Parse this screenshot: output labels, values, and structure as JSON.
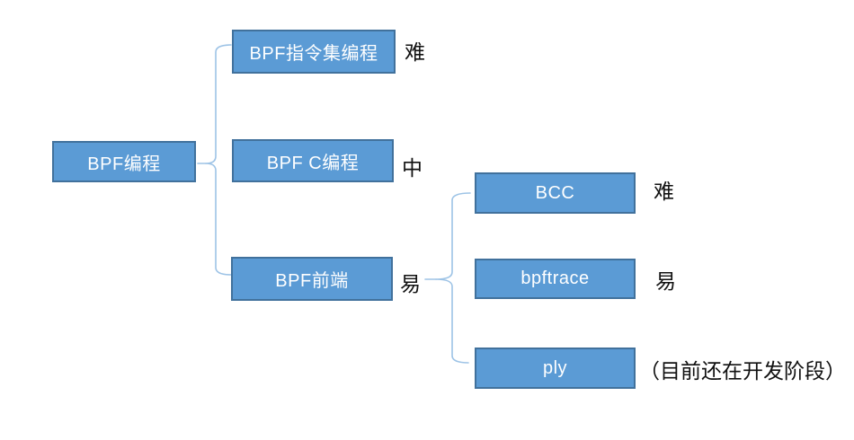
{
  "colors": {
    "background": "#ffffff",
    "node-fill": "#5b9bd5",
    "node-border": "#41719c",
    "node-text": "#ffffff",
    "connector": "#9dc3e6",
    "label": "#111111"
  },
  "diagram": {
    "root": {
      "label": "BPF编程"
    },
    "level1": [
      {
        "label": "BPF指令集编程",
        "difficulty": "难"
      },
      {
        "label": "BPF C编程",
        "difficulty": "中"
      },
      {
        "label": "BPF前端",
        "difficulty": "易"
      }
    ],
    "level2": [
      {
        "label": "BCC",
        "difficulty": "难"
      },
      {
        "label": "bpftrace",
        "difficulty": "易"
      },
      {
        "label": "ply",
        "difficulty": "（目前还在开发阶段）"
      }
    ]
  }
}
